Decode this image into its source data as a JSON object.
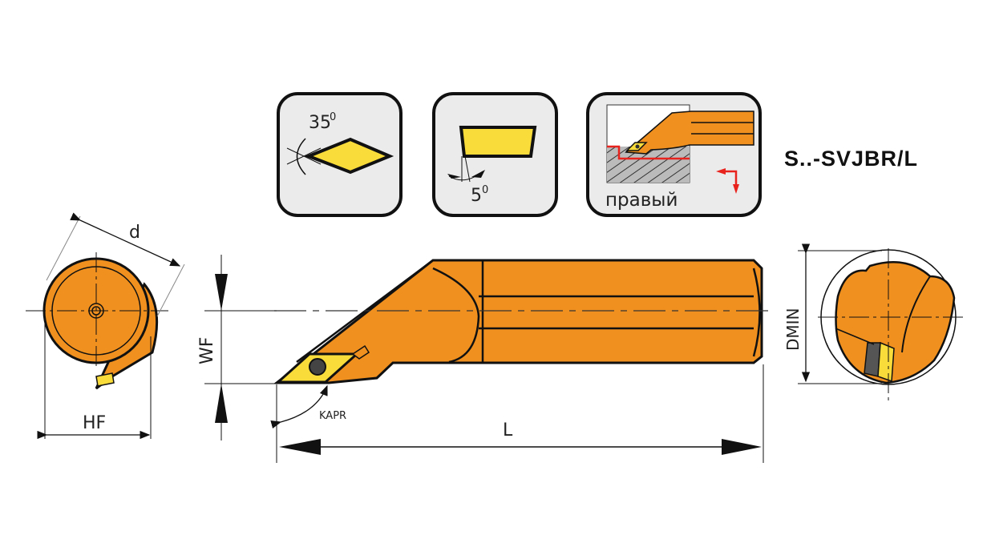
{
  "title": "S..-SVJBR/L",
  "icons": {
    "insert_angle": {
      "label": "35",
      "unit": "0"
    },
    "clearance_angle": {
      "label": "5",
      "unit": "0"
    },
    "hand": {
      "label": "правый"
    }
  },
  "dimensions": {
    "d": "d",
    "hf": "HF",
    "wf": "WF",
    "kapr": "KAPR",
    "l": "L",
    "dmin": "DMIN"
  },
  "colors": {
    "body": "#F0901E",
    "insert": "#F9DC3A",
    "panel": "#ECEBEB",
    "accent": "#E8231E"
  }
}
